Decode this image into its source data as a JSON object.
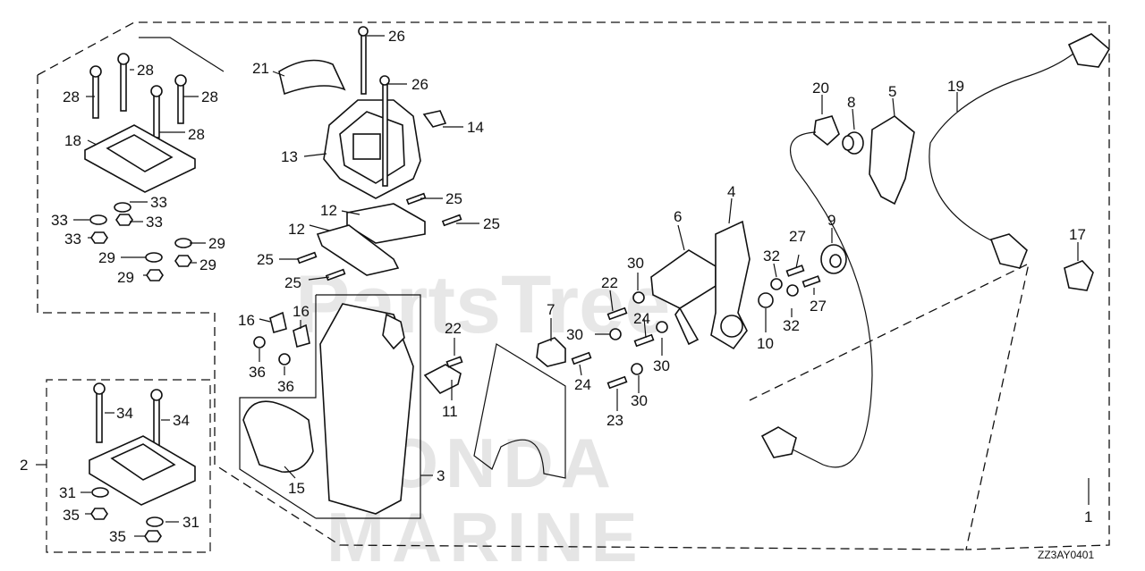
{
  "diagram": {
    "code": "ZZ3AY0401",
    "watermarks": {
      "partstree": "PartsTree",
      "brand_line1": "HONDA",
      "brand_line2": "MARINE"
    },
    "callouts": [
      {
        "id": "c26a",
        "text": "26"
      },
      {
        "id": "c26b",
        "text": "26"
      },
      {
        "id": "c21",
        "text": "21"
      },
      {
        "id": "c14",
        "text": "14"
      },
      {
        "id": "c13",
        "text": "13"
      },
      {
        "id": "c25a",
        "text": "25"
      },
      {
        "id": "c25b",
        "text": "25"
      },
      {
        "id": "c25c",
        "text": "25"
      },
      {
        "id": "c25d",
        "text": "25"
      },
      {
        "id": "c12a",
        "text": "12"
      },
      {
        "id": "c12b",
        "text": "12"
      },
      {
        "id": "c28a",
        "text": "28"
      },
      {
        "id": "c28b",
        "text": "28"
      },
      {
        "id": "c28c",
        "text": "28"
      },
      {
        "id": "c28d",
        "text": "28"
      },
      {
        "id": "c18",
        "text": "18"
      },
      {
        "id": "c33a",
        "text": "33"
      },
      {
        "id": "c33b",
        "text": "33"
      },
      {
        "id": "c33c",
        "text": "33"
      },
      {
        "id": "c33d",
        "text": "33"
      },
      {
        "id": "c29a",
        "text": "29"
      },
      {
        "id": "c29b",
        "text": "29"
      },
      {
        "id": "c29c",
        "text": "29"
      },
      {
        "id": "c29d",
        "text": "29"
      },
      {
        "id": "c16a",
        "text": "16"
      },
      {
        "id": "c16b",
        "text": "16"
      },
      {
        "id": "c36a",
        "text": "36"
      },
      {
        "id": "c36b",
        "text": "36"
      },
      {
        "id": "c22a",
        "text": "22"
      },
      {
        "id": "c22b",
        "text": "22"
      },
      {
        "id": "c11",
        "text": "11"
      },
      {
        "id": "c3",
        "text": "3"
      },
      {
        "id": "c15",
        "text": "15"
      },
      {
        "id": "c2",
        "text": "2"
      },
      {
        "id": "c34a",
        "text": "34"
      },
      {
        "id": "c34b",
        "text": "34"
      },
      {
        "id": "c31a",
        "text": "31"
      },
      {
        "id": "c31b",
        "text": "31"
      },
      {
        "id": "c35a",
        "text": "35"
      },
      {
        "id": "c35b",
        "text": "35"
      },
      {
        "id": "c7",
        "text": "7"
      },
      {
        "id": "c6",
        "text": "6"
      },
      {
        "id": "c30a",
        "text": "30"
      },
      {
        "id": "c30b",
        "text": "30"
      },
      {
        "id": "c30c",
        "text": "30"
      },
      {
        "id": "c30d",
        "text": "30"
      },
      {
        "id": "c24a",
        "text": "24"
      },
      {
        "id": "c24b",
        "text": "24"
      },
      {
        "id": "c23",
        "text": "23"
      },
      {
        "id": "c4",
        "text": "4"
      },
      {
        "id": "c10",
        "text": "10"
      },
      {
        "id": "c32a",
        "text": "32"
      },
      {
        "id": "c32b",
        "text": "32"
      },
      {
        "id": "c27a",
        "text": "27"
      },
      {
        "id": "c27b",
        "text": "27"
      },
      {
        "id": "c9",
        "text": "9"
      },
      {
        "id": "c20",
        "text": "20"
      },
      {
        "id": "c8",
        "text": "8"
      },
      {
        "id": "c5",
        "text": "5"
      },
      {
        "id": "c19",
        "text": "19"
      },
      {
        "id": "c17",
        "text": "17"
      },
      {
        "id": "c1",
        "text": "1"
      }
    ]
  }
}
